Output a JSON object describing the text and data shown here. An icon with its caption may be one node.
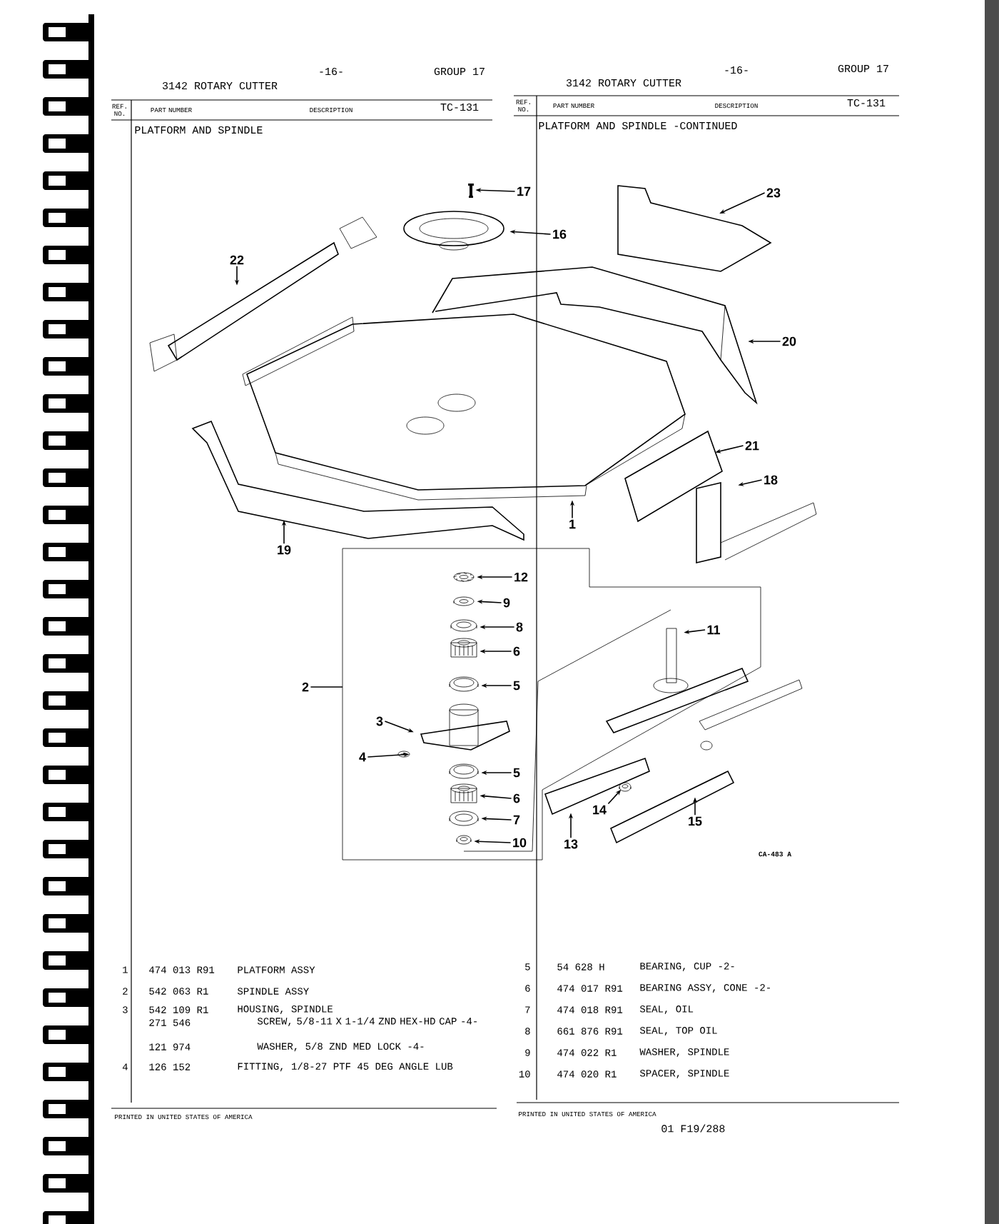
{
  "diagram": {
    "nodes": [
      {
        "text": [
          "17"
        ]
      },
      {
        "text": [
          "16"
        ]
      },
      {
        "text": [
          "23"
        ]
      },
      {
        "text": [
          "22"
        ]
      },
      {
        "text": [
          "20"
        ]
      },
      {
        "text": [
          "21"
        ]
      },
      {
        "text": [
          "18"
        ]
      },
      {
        "text": [
          "19"
        ]
      },
      {
        "text": [
          "1"
        ]
      },
      {
        "text": [
          "12"
        ]
      },
      {
        "text": [
          "9"
        ]
      },
      {
        "text": [
          "8"
        ]
      },
      {
        "text": [
          "6"
        ]
      },
      {
        "text": [
          "11"
        ]
      },
      {
        "text": [
          "5"
        ]
      },
      {
        "text": [
          "2"
        ]
      },
      {
        "text": [
          "3"
        ]
      },
      {
        "text": [
          "4"
        ]
      },
      {
        "text": [
          "5"
        ]
      },
      {
        "text": [
          "6"
        ]
      },
      {
        "text": [
          "14"
        ]
      },
      {
        "text": [
          "7"
        ]
      },
      {
        "text": [
          "15"
        ]
      },
      {
        "text": [
          "13"
        ]
      },
      {
        "text": [
          "10"
        ]
      },
      {
        "text": [],
        "shape": "picture"
      },
      {
        "text": [],
        "shape": "picture"
      },
      {
        "text": [],
        "shape": "picture"
      },
      {
        "text": [],
        "shape": "picture"
      },
      {
        "text": [],
        "shape": "picture"
      },
      {
        "text": [],
        "shape": "picture"
      },
      {
        "text": [],
        "shape": "picture"
      },
      {
        "text": [],
        "shape": "picture"
      },
      {
        "text": [],
        "shape": "picture"
      },
      {
        "text": [],
        "shape": "picture"
      },
      {
        "text": [],
        "shape": "picture"
      },
      {
        "text": [],
        "shape": "picture"
      },
      {
        "text": [],
        "shape": "picture"
      },
      {
        "text": [],
        "shape": "picture"
      },
      {
        "text": [],
        "shape": "picture"
      },
      {
        "text": [],
        "shape": "picture"
      },
      {
        "text": [],
        "shape": "picture"
      },
      {
        "text": [],
        "shape": "picture"
      },
      {
        "text": [],
        "shape": "picture"
      },
      {
        "text": [],
        "shape": "picture"
      },
      {
        "text": [],
        "shape": "picture"
      },
      {
        "text": [],
        "shape": "picture"
      },
      {
        "text": [],
        "shape": "picture"
      },
      {
        "text": [],
        "shape": "picture"
      }
    ],
    "edges": [
      {
        "from": 0,
        "to": 25,
        "arrow": "to"
      },
      {
        "from": 1,
        "to": 26,
        "arrow": "to"
      },
      {
        "from": 2,
        "to": 27,
        "arrow": "to"
      },
      {
        "from": 3,
        "to": 28,
        "arrow": "to"
      },
      {
        "from": 4,
        "to": 29,
        "arrow": "to"
      },
      {
        "from": 5,
        "to": 30,
        "arrow": "to"
      },
      {
        "from": 6,
        "to": 31,
        "arrow": "to"
      },
      {
        "from": 7,
        "to": 32,
        "arrow": "to"
      },
      {
        "from": 8,
        "to": 33,
        "arrow": "to"
      },
      {
        "from": 9,
        "to": 34,
        "arrow": "to"
      },
      {
        "from": 10,
        "to": 35,
        "arrow": "to"
      },
      {
        "from": 11,
        "to": 36,
        "arrow": "to"
      },
      {
        "from": 12,
        "to": 37,
        "arrow": "to"
      },
      {
        "from": 13,
        "to": 38,
        "arrow": "to"
      },
      {
        "from": 14,
        "to": 39,
        "arrow": "to"
      },
      {
        "from": 15,
        "to": null,
        "arrow": "none"
      },
      {
        "from": 16,
        "to": 40,
        "arrow": "to"
      },
      {
        "from": 17,
        "to": 41,
        "arrow": "to"
      },
      {
        "from": 18,
        "to": 42,
        "arrow": "to"
      },
      {
        "from": 19,
        "to": 43,
        "arrow": "to"
      },
      {
        "from": 20,
        "to": 44,
        "arrow": "to"
      },
      {
        "from": 21,
        "to": 45,
        "arrow": "to"
      },
      {
        "from": 22,
        "to": 46,
        "arrow": "to"
      },
      {
        "from": 23,
        "to": 47,
        "arrow": "to"
      },
      {
        "from": 24,
        "to": 48,
        "arrow": "to"
      }
    ],
    "labels": [
      "-16-",
      "GROUP 17",
      "3142 ROTARY CUTTER",
      "REF. NO.",
      "PART NUMBER",
      "DESCRIPTION",
      "TC-131",
      "PLATFORM AND SPINDLE",
      "-16-",
      "GROUP 17",
      "3142 ROTARY CUTTER",
      "REF. NO.",
      "PART NUMBER",
      "DESCRIPTION",
      "TC-131",
      "PLATFORM AND SPINDLE -CONTINUED",
      "CA-483 A",
      "1",
      "474 013 R91",
      "PLATFORM ASSY",
      "2",
      "542 063 R1",
      "SPINDLE ASSY",
      "3",
      "542 109 R1",
      "HOUSING, SPINDLE",
      "271 546",
      "SCREW, 5/8-11 X 1-1/4 ZND HEX-HD CAP -4-",
      "121 974",
      "WASHER, 5/8 ZND MED LOCK -4-",
      "4",
      "126 152",
      "FITTING, 1/8-27 PTF 45 DEG ANGLE LUB",
      "5",
      "54 628 H",
      "BEARING, CUP -2-",
      "6",
      "474 017 R91",
      "BEARING ASSY, CONE -2-",
      "7",
      "474 018 R91",
      "SEAL, OIL",
      "8",
      "661 876 R91",
      "SEAL, TOP OIL",
      "9",
      "474 022 R1",
      "WASHER, SPINDLE",
      "10",
      "474 020 R1",
      "SPACER, SPINDLE",
      "PRINTED IN UNITED STATES OF AMERICA",
      "PRINTED IN UNITED STATES OF AMERICA",
      "01 F19/288"
    ]
  }
}
